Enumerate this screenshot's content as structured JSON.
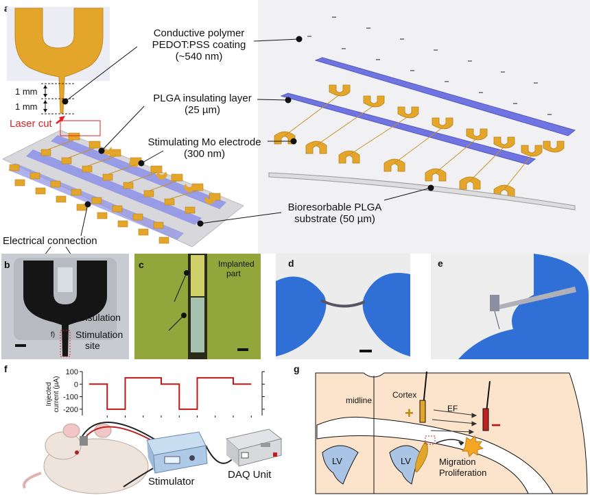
{
  "panels": {
    "a": {
      "label": "a",
      "dimension_top": "1 mm",
      "dimension_bottom": "1 mm",
      "laser_cut": "Laser cut",
      "callouts": [
        {
          "line1": "Conductive polymer",
          "line2": "PEDOT:PSS coating",
          "line3": "(~540 nm)"
        },
        {
          "line1": "PLGA insulating layer",
          "line2": "(25 µm)"
        },
        {
          "line1": "Stimulating Mo electrode",
          "line2": "(300 nm)"
        },
        {
          "line1": "Bioresorbable PLGA",
          "line2": "substrate (50 µm)"
        }
      ],
      "electrical_connection": "Electrical connection"
    },
    "b": {
      "label": "b",
      "inset": "f)",
      "insulation": "Insulation",
      "stimulation_line1": "Stimulation",
      "stimulation_line2": "site"
    },
    "c": {
      "label": "c",
      "implanted_line1": "Implanted",
      "implanted_line2": "part"
    },
    "d": {
      "label": "d"
    },
    "e": {
      "label": "e"
    },
    "f": {
      "label": "f",
      "ylabel_line1": "Injected",
      "ylabel_line2": "current (µA)",
      "stimulator": "Stimulator",
      "daq": "DAQ Unit"
    },
    "g": {
      "label": "g",
      "midline": "midline",
      "cortex": "Cortex",
      "ef": "EF",
      "lv_left": "LV",
      "lv_right": "LV",
      "migration": "Migration",
      "proliferation": "Proliferation",
      "plus": "+",
      "minus": "−"
    }
  },
  "colors": {
    "gold": "#e3a52a",
    "blue": "#6f74e0",
    "red": "#d22020",
    "tissue": "#fbe3cc",
    "ventricle": "#a9c4e4",
    "glove": "#2f6fd6"
  },
  "chart_data": {
    "type": "line",
    "title": "",
    "xlabel": "",
    "ylabel": "Injected current (µA)",
    "ylim": [
      -250,
      100
    ],
    "yticks": [
      100,
      0,
      -100,
      -200
    ],
    "x": [
      0,
      1,
      1,
      2,
      2,
      4,
      4,
      5,
      5,
      6,
      6,
      8,
      8,
      9
    ],
    "y": [
      0,
      0,
      -200,
      -200,
      50,
      50,
      0,
      0,
      -200,
      -200,
      50,
      50,
      0,
      0
    ]
  }
}
